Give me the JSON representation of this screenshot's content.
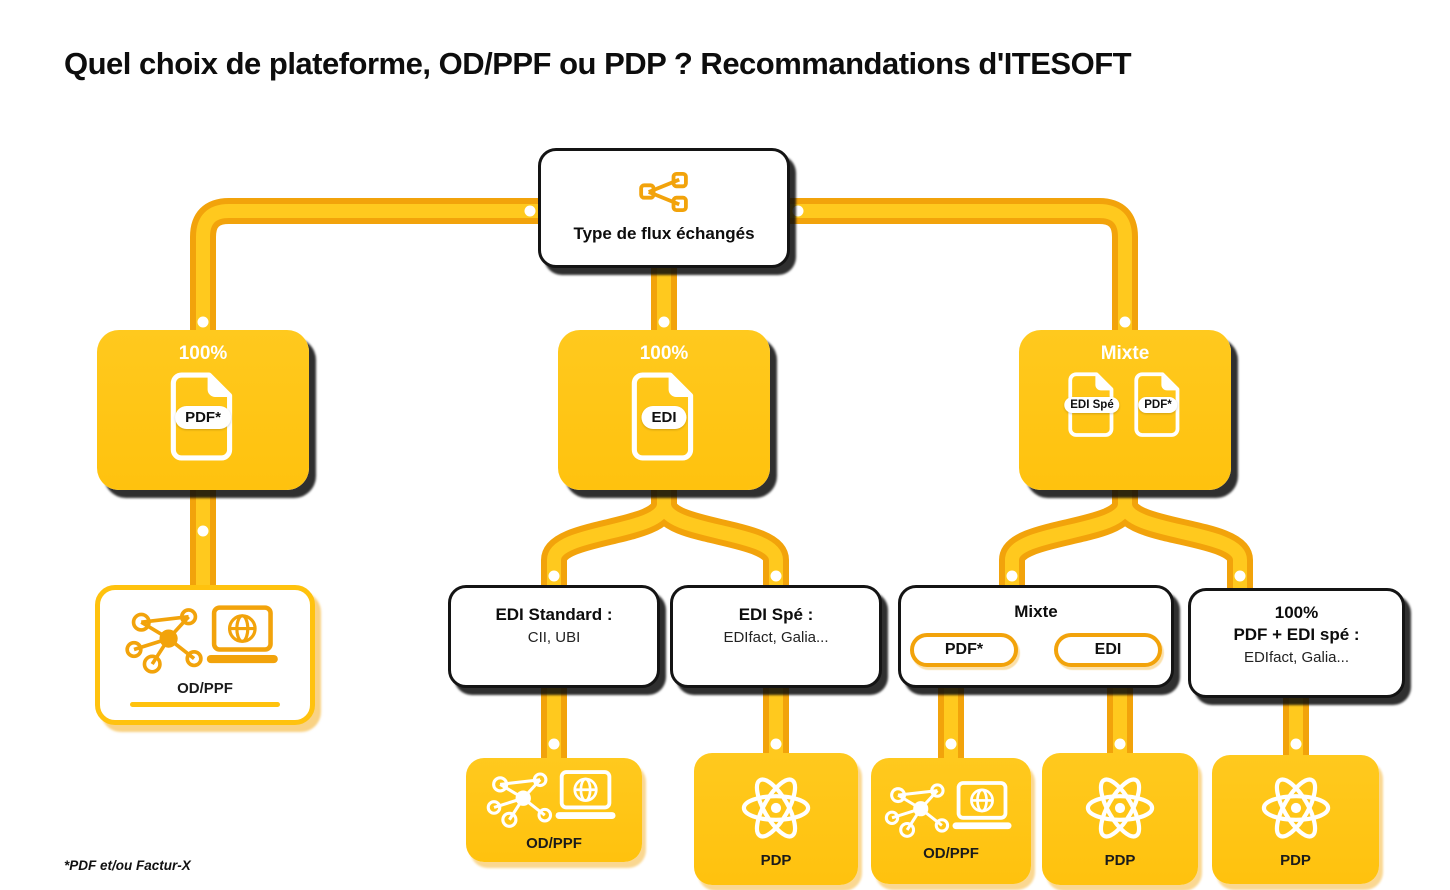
{
  "title": "Quel choix de plateforme, OD/PPF ou PDP ? Recommandations d'ITESOFT",
  "footnote": "*PDF et/ou Factur-X",
  "colors": {
    "yellow": "#FFC20E",
    "yellow_light": "#FFC91E",
    "orange": "#F2A30B",
    "ink": "#111111"
  },
  "root": {
    "label": "Type de flux échangés"
  },
  "level2": {
    "pdf": {
      "title": "100%",
      "doc": "PDF*"
    },
    "edi": {
      "title": "100%",
      "doc": "EDI"
    },
    "mixte": {
      "title": "Mixte",
      "doc1": "EDI Spé",
      "doc2": "PDF*"
    }
  },
  "level3": {
    "odppf": {
      "label": "OD/PPF"
    },
    "edi_standard": {
      "title": "EDI Standard :",
      "subtitle": "CII, UBI"
    },
    "edi_spe": {
      "title": "EDI Spé :",
      "subtitle": "EDIfact, Galia..."
    },
    "mixte": {
      "title": "Mixte",
      "pill_pdf": "PDF*",
      "pill_edi": "EDI"
    },
    "pdf_edi_spe": {
      "line1": "100%",
      "line2": "PDF + EDI spé :",
      "line3": "EDIfact, Galia..."
    }
  },
  "level4": {
    "odppf_mid": {
      "label": "OD/PPF"
    },
    "pdp_mid": {
      "label": "PDP"
    },
    "odppf_right": {
      "label": "OD/PPF"
    },
    "pdp_right": {
      "label": "PDP"
    },
    "pdp_far": {
      "label": "PDP"
    }
  }
}
